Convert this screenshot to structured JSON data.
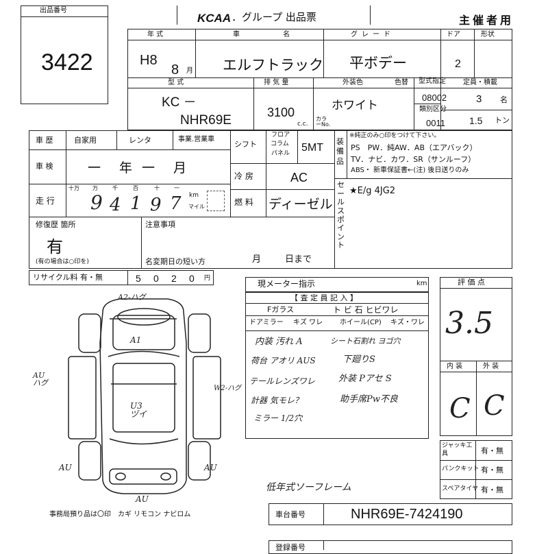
{
  "lot": {
    "label": "出品番号",
    "number": "3422"
  },
  "header": {
    "brand": "KCAA",
    "title": "．グループ 出品票",
    "organizer": "主催者用"
  },
  "row1": {
    "year_label": "年 式",
    "year_era": "H8",
    "year_month": "8",
    "month_unit": "月",
    "name_label": "車 名",
    "name_value": "エルフトラック",
    "grade_label": "グレード",
    "grade_value": "平ボデー",
    "door_label": "ドア",
    "door_value": "2",
    "shape_label": "形状"
  },
  "row2": {
    "model_label": "型 式",
    "model_prefix": "KC －",
    "model_value": "NHR69E",
    "disp_label": "排 気 量",
    "disp_value": "3100",
    "disp_unit": "c.c.",
    "color_label": "外装色",
    "color_value": "ホワイト",
    "color_code_label": "カラーNo.",
    "paint_label": "色替",
    "type_spec_label": "型式指定",
    "type_spec_value": "08002",
    "class_label": "類別区分",
    "class_value": "0011",
    "capacity_label": "定員・積載",
    "capacity_value": "3",
    "capacity_unit": "名",
    "load_value": "1.5",
    "load_unit": "トン"
  },
  "history": {
    "label": "車 歴",
    "opt1": "自家用",
    "opt2": "レンタ",
    "opt3": "事業.営業車",
    "inspection_label": "車 検",
    "inspection_value": "一　年 一　月",
    "mileage_label": "走 行",
    "digit_labels": [
      "十万",
      "万",
      "千",
      "百",
      "十",
      "一"
    ],
    "mileage_digits": [
      "9",
      "4",
      "1",
      "9",
      "7"
    ],
    "km": "km",
    "mile": "マイル"
  },
  "specs": {
    "shift_label": "シフト",
    "floor": "フロア",
    "column": "コラム",
    "panel": "パネル",
    "shift_value": "5MT",
    "ac_label": "冷 房",
    "ac_value": "AC",
    "fuel_label": "燃 料",
    "fuel_value": "ディーゼル"
  },
  "equipment": {
    "side_label": "装備品",
    "header": "※純正のみ○印をつけて下さい。",
    "line1": "PS　PW．純AW．AB（エアバック）",
    "line2": "TV．ナビ．カワ．SR（サンルーフ）",
    "line3": "ABS・ 新車保証書←(注) 後日送りのみ"
  },
  "sales_point": {
    "label": "セールスポイント",
    "text": "★E/g 4JG2"
  },
  "repair": {
    "label": "修復歴 箇所",
    "value": "有",
    "note": "(有の場合は○印を)"
  },
  "notes": {
    "label": "注意事項",
    "name_change": "名変期日の短い方",
    "month": "月",
    "day": "日まで"
  },
  "recycle": {
    "label": "リサイクル料 有・無",
    "digits": [
      "5",
      "0",
      "2",
      "0"
    ],
    "unit": "円"
  },
  "meter": {
    "label": "現メーター指示",
    "unit": "km"
  },
  "inspector": {
    "title": "【 査 定 員 記 入 】",
    "glass": "Fガラス",
    "glass_opts": "ト ビ 石 ヒビワレ",
    "mirror": "ドアミラー",
    "mirror_opts": "キズ ワレ",
    "wheel": "ホイール(CP)",
    "wheel_opts": "キズ・ワレ",
    "hand_notes": [
      "内装 汚れ A",
      "シート石割れ ヨゴ穴",
      "荷台 アオリ AUS",
      "下廻りS",
      "テールレンズワレ",
      "外装 Pアセ S",
      "計器 気モレ？",
      "助手席Pw不良",
      "ミラー 1/2穴",
      "低年式ソーフレーム"
    ]
  },
  "evaluation": {
    "label": "評 価 点",
    "score": "3.5",
    "interior_label": "内 装",
    "exterior_label": "外 装",
    "interior_value": "C",
    "exterior_value": "C"
  },
  "accessories": {
    "jack": "ジャッキ工具",
    "puncture": "パンクキット",
    "spare": "スペアタイヤ",
    "opt": "有・無"
  },
  "chassis": {
    "label": "車台番号",
    "value": "NHR69E-7424190"
  },
  "registration": {
    "label": "登録番号"
  },
  "diagram": {
    "top_note": "A2-ハグ",
    "body_note": "A1",
    "left_note": "AU\nハグ",
    "right_note": "W2-ハグ",
    "center_note": "U3\nヅイ",
    "rear_left": "AU",
    "rear_right": "AU",
    "bottom_note": "AU",
    "footer": "事務局預り品は〇印　カギ リモコン ナビロム"
  }
}
